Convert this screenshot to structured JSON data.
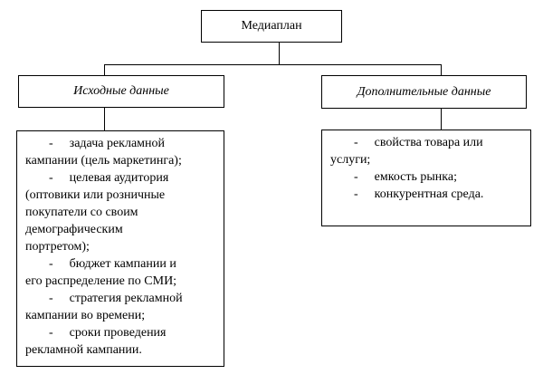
{
  "diagram": {
    "title": "Медиаплан",
    "bullet": "-",
    "colors": {
      "line": "#000000",
      "text": "#000000",
      "background": "#ffffff"
    },
    "root": {
      "label": "Медиаплан"
    },
    "branches": {
      "initial": {
        "header": "Исходные данные",
        "items": [
          "задача рекламной кампании (цель маркетинга);",
          "целевая аудитория (оптовики или розничные покупатели со своим демографическим портретом);",
          "бюджет кампании и его распределение по СМИ;",
          "стратегия рекламной кампании во времени;",
          "сроки проведения рекламной кампании."
        ]
      },
      "additional": {
        "header": "Дополнительные данные",
        "items": [
          "свойства товара или услуги;",
          "емкость рынка;",
          "конкурентная среда."
        ]
      }
    }
  }
}
